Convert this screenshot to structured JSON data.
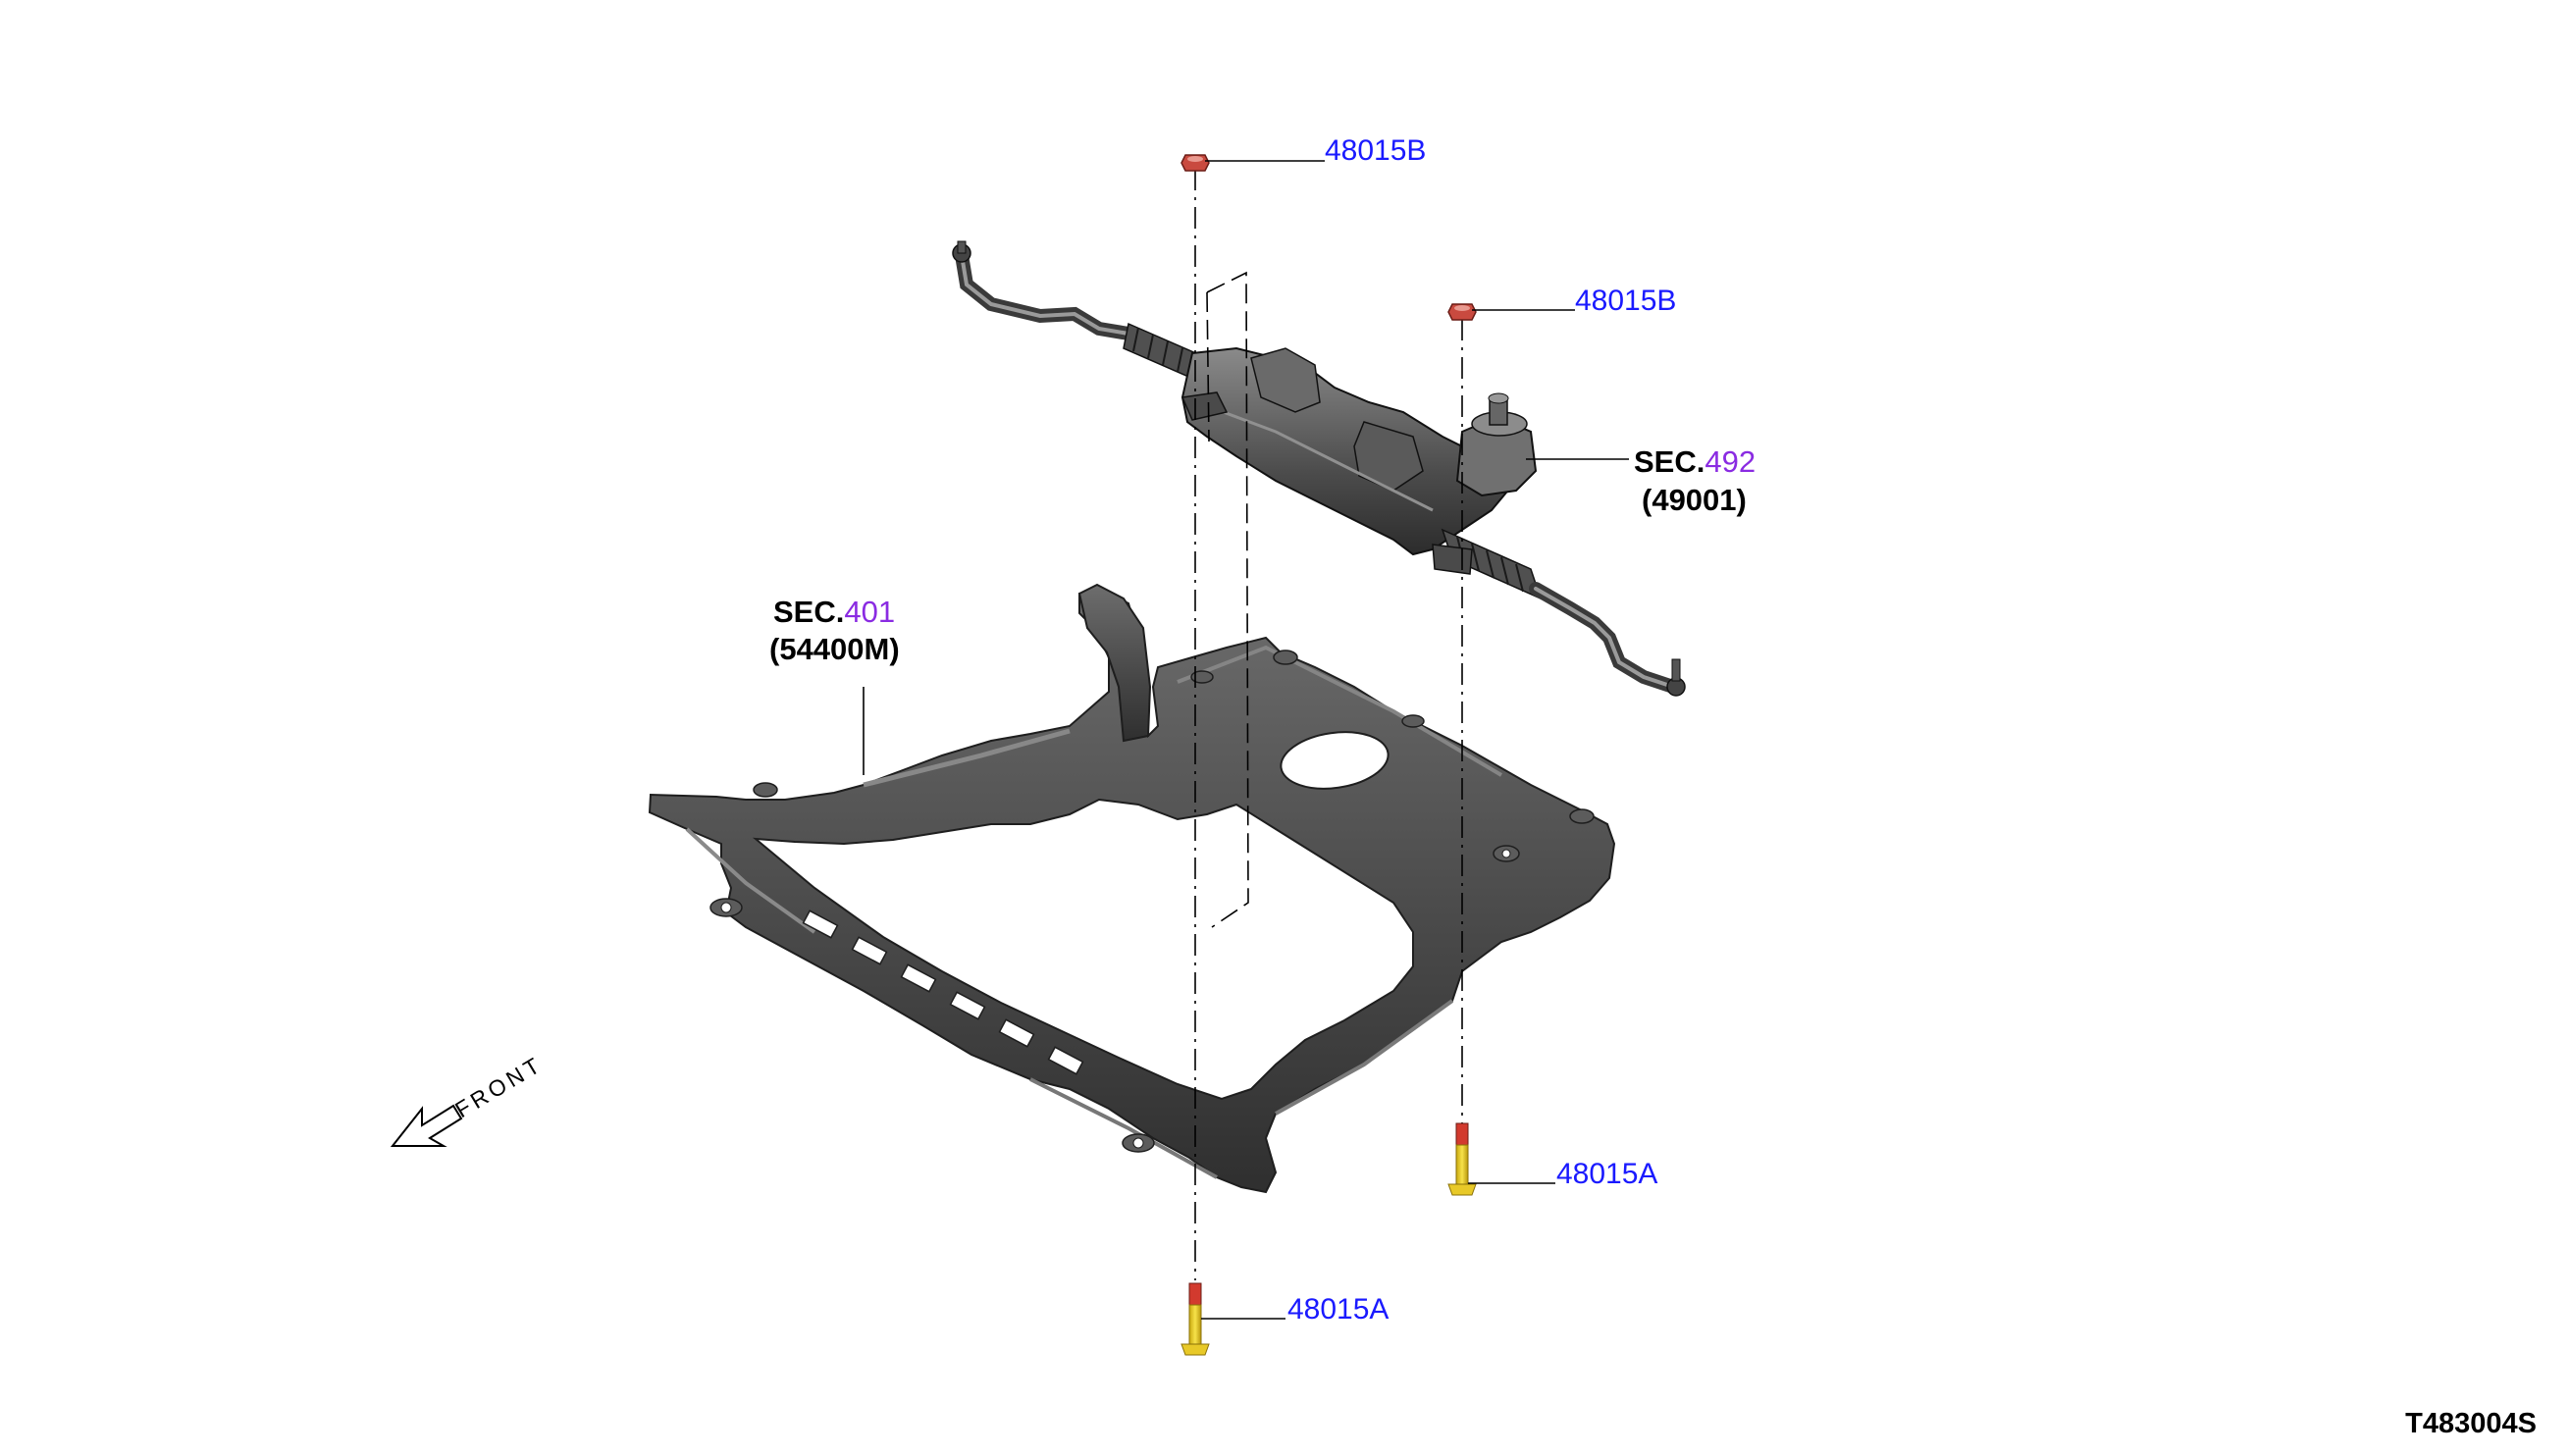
{
  "callouts": {
    "nut_upper_left": "48015B",
    "nut_upper_right": "48015B",
    "bolt_lower_right": "48015A",
    "bolt_lower_left": "48015A"
  },
  "sections": {
    "steering_gear": {
      "prefix": "SEC.",
      "number": "492",
      "part": "(49001)"
    },
    "member": {
      "prefix": "SEC.",
      "number": "401",
      "part": "(54400M)"
    }
  },
  "front_label": "FRONT",
  "diagram_code": "T483004S",
  "colors": {
    "part_link": "#1a1aff",
    "section_link": "#8a2be2",
    "member_body": "#4a4a4a",
    "member_light": "#6e6e6e",
    "bolt_yellow": "#f2d21b",
    "bolt_red": "#d23a2e",
    "nut_red": "#c94a3f"
  }
}
